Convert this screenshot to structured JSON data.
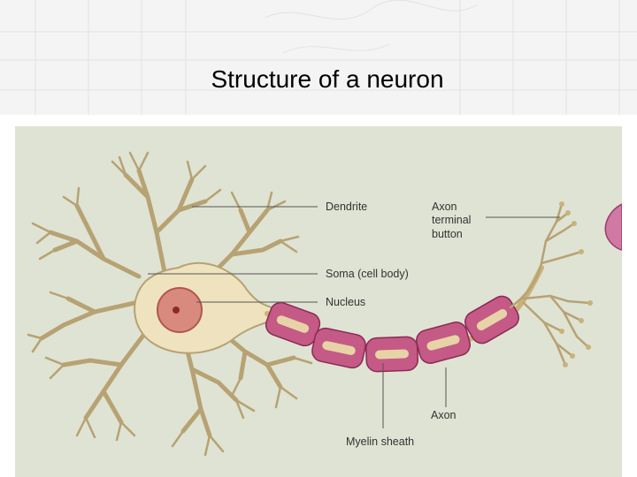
{
  "slide": {
    "title": "Structure of a neuron"
  },
  "diagram": {
    "labels": {
      "dendrite": "Dendrite",
      "axon_terminal_line1": "Axon",
      "axon_terminal_line2": "terminal",
      "axon_terminal_line3": "button",
      "soma": "Soma (cell body)",
      "nucleus": "Nucleus",
      "axon": "Axon",
      "myelin": "Myelin sheath"
    }
  },
  "colors": {
    "panel_background": "#dfe3d3",
    "cell_body": "#efe3bf",
    "cell_outline": "#b7a273",
    "nucleus": "#d98a7e",
    "myelin": "#c45a85",
    "myelin_inner": "#e7d3a7"
  }
}
